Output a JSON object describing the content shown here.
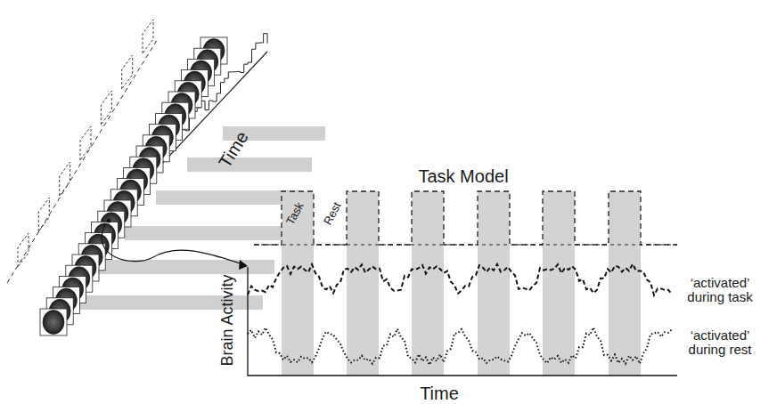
{
  "diagram": {
    "labels": [
      "Time",
      "Task Model",
      "Task",
      "Rest",
      "Brain Activity",
      "‘activated’ during task",
      "‘activated’ during rest",
      "Time"
    ]
  }
}
